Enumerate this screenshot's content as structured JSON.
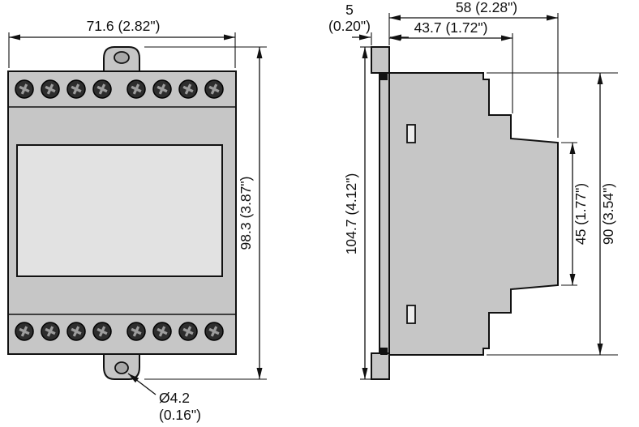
{
  "front_view": {
    "width_label": "71.6 (2.82\")",
    "height_label": "98.3 (3.87\")",
    "hole_diameter_line1": "Ø4.2",
    "hole_diameter_line2": "(0.16\")"
  },
  "side_view": {
    "rail_depth_line1": "5",
    "rail_depth_line2": "(0.20\")",
    "total_depth_label": "58 (2.28\")",
    "body_depth_label": "43.7 (1.72\")",
    "total_height_label": "104.7 (4.12\")",
    "front_face_height_label": "45 (1.77\")",
    "body_height_label": "90 (3.54\")"
  },
  "colors": {
    "body_fill": "#c6c6c6",
    "display_fill": "#e2e2e2",
    "slot_fill": "#ededed",
    "line": "#111111"
  }
}
